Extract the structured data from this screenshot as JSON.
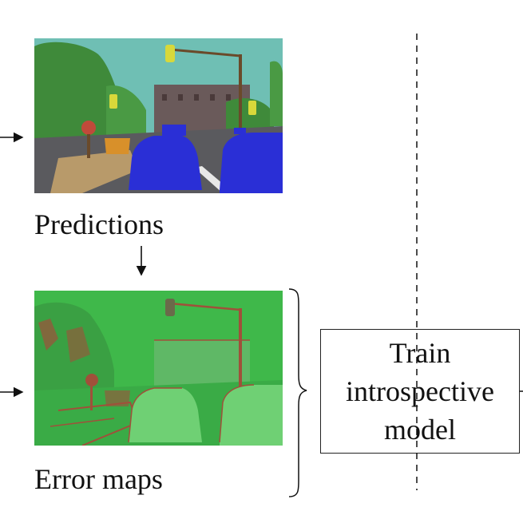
{
  "captions": {
    "predictions": "Predictions",
    "error_maps": "Error maps"
  },
  "train_box": {
    "line1": "Train",
    "line2": "introspective",
    "line3": "model"
  },
  "colors": {
    "segmentation_car": "#2a2fd6",
    "segmentation_vegetation": "#3f8a3a",
    "segmentation_sky": "#6fbfb4",
    "segmentation_building": "#6a5a5a",
    "segmentation_road": "#5a5a5e",
    "segmentation_traffic_sign": "#d8d83a",
    "error_map_green": "#3fb84a",
    "error_map_red": "#b04a3a"
  }
}
